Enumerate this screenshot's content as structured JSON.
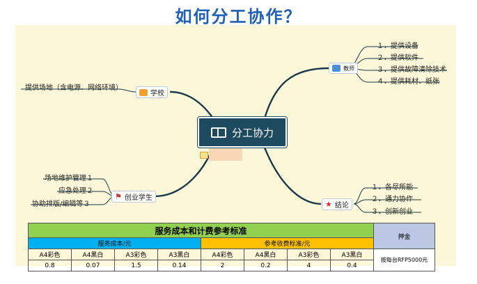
{
  "page_title": "如何分工协作？",
  "center_topic": "分工协力",
  "branches": {
    "teacher": {
      "label": "教师",
      "items": [
        "１．提供设备",
        "２．提供软件",
        "３．提供故障清除技术",
        "４．提供耗材、纸张"
      ]
    },
    "school": {
      "label": "学校",
      "items": [
        "提供场地（含电源、网络环境）"
      ]
    },
    "student": {
      "label": "创业学生",
      "items": [
        "场地维护管理１",
        "应急处理２",
        "协助排版/编辑等３"
      ]
    },
    "conclusion": {
      "label": "结论",
      "items": [
        "１．各尽所能",
        "２．通力协作",
        "３．创新创业"
      ]
    }
  },
  "table": {
    "title": "服务成本和计费参考标准",
    "cost_group": "服务成本/元",
    "fee_group": "参考收费标准/元",
    "deposit_header": "押金",
    "deposit_value": "按每台RFP5000元",
    "col_headers": [
      "A4彩色",
      "A4黑白",
      "A3彩色",
      "A3黑白",
      "A4彩色",
      "A4黑白",
      "A3彩色",
      "A3黑白"
    ],
    "values": [
      "0.8",
      "0.07",
      "1.5",
      "0.14",
      "2",
      "0.2",
      "4",
      "0.4"
    ]
  },
  "colors": {
    "title": "#1f5fb4",
    "center_fill": "#1d4a5f",
    "branch_line": "#1a3a4a",
    "table_title_bg": "#92d050",
    "cost_bg": "#00b0f0",
    "fee_bg": "#ffc000"
  }
}
